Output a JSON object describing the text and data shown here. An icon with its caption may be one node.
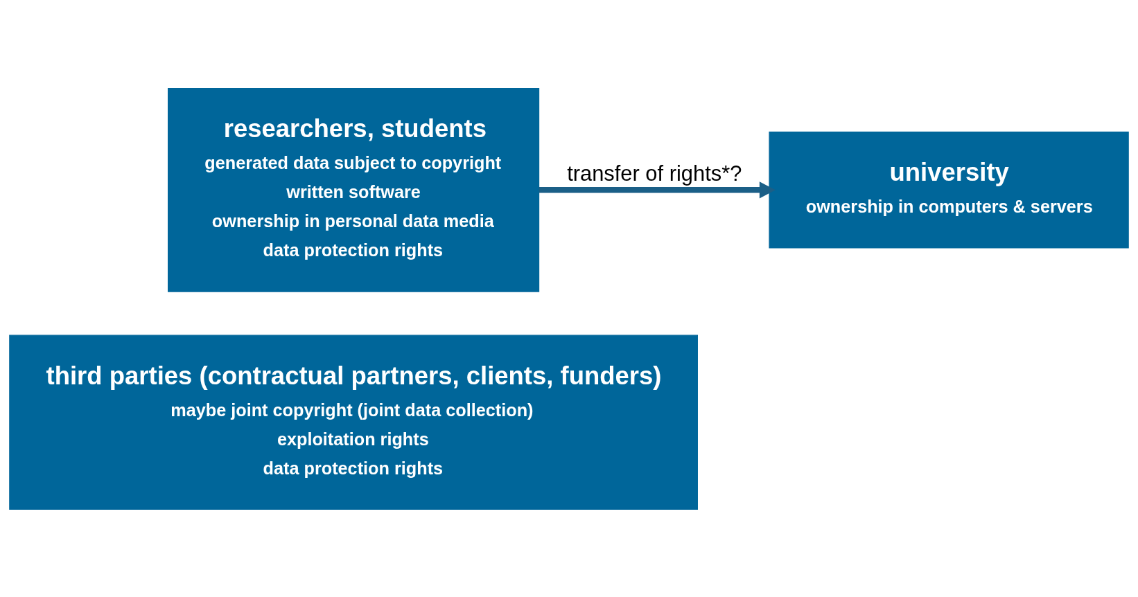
{
  "diagram": {
    "nodes": [
      {
        "text": [
          "researchers, students",
          "generated data subject to copyright",
          "written software",
          "ownership in personal data media",
          "data protection rights"
        ]
      },
      {
        "text": [
          "university",
          "ownership in computers & servers"
        ]
      },
      {
        "text": [
          "third parties (contractual partners, clients, funders)",
          "maybe joint copyright (joint data collection)",
          "exploitation rights",
          "data protection rights"
        ]
      }
    ],
    "edges": [
      {
        "from": 0,
        "to": 1,
        "arrow": "to",
        "label": "transfer of rights*?"
      }
    ]
  }
}
